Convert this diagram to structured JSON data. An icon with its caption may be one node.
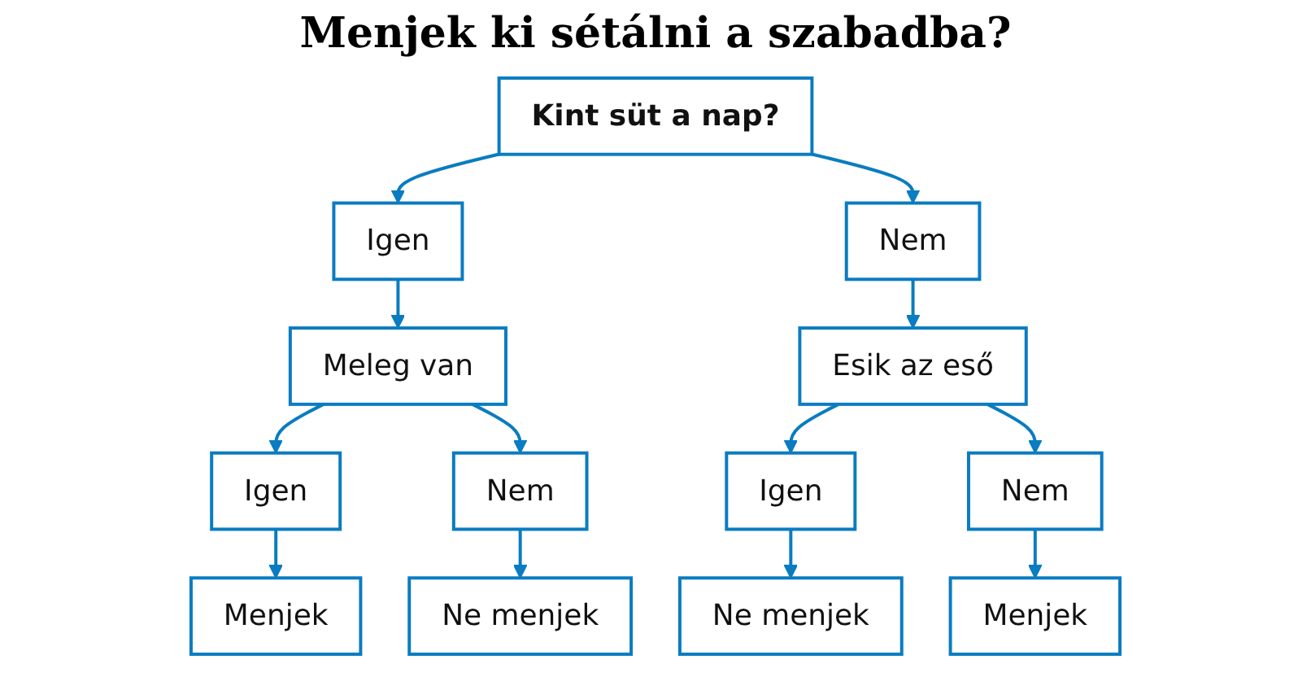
{
  "diagram": {
    "title": "Menjek ki sétálni a szabadba?",
    "nodes": [
      {
        "text": [
          "Kint süt a nap?"
        ]
      },
      {
        "text": [
          "Igen"
        ]
      },
      {
        "text": [
          "Nem"
        ]
      },
      {
        "text": [
          "Meleg van"
        ]
      },
      {
        "text": [
          "Esik az eső"
        ]
      },
      {
        "text": [
          "Igen"
        ]
      },
      {
        "text": [
          "Nem"
        ]
      },
      {
        "text": [
          "Igen"
        ]
      },
      {
        "text": [
          "Nem"
        ]
      },
      {
        "text": [
          "Menjek"
        ]
      },
      {
        "text": [
          "Ne menjek"
        ]
      },
      {
        "text": [
          "Ne menjek"
        ]
      },
      {
        "text": [
          "Menjek"
        ]
      }
    ],
    "edges": [
      {
        "from": 0,
        "to": 1,
        "arrow": "to"
      },
      {
        "from": 0,
        "to": 2,
        "arrow": "to"
      },
      {
        "from": 1,
        "to": 3,
        "arrow": "to"
      },
      {
        "from": 2,
        "to": 4,
        "arrow": "to"
      },
      {
        "from": 3,
        "to": 5,
        "arrow": "to"
      },
      {
        "from": 3,
        "to": 6,
        "arrow": "to"
      },
      {
        "from": 4,
        "to": 7,
        "arrow": "to"
      },
      {
        "from": 4,
        "to": 8,
        "arrow": "to"
      },
      {
        "from": 5,
        "to": 9,
        "arrow": "to"
      },
      {
        "from": 6,
        "to": 10,
        "arrow": "to"
      },
      {
        "from": 7,
        "to": 11,
        "arrow": "to"
      },
      {
        "from": 8,
        "to": 12,
        "arrow": "to"
      }
    ]
  }
}
